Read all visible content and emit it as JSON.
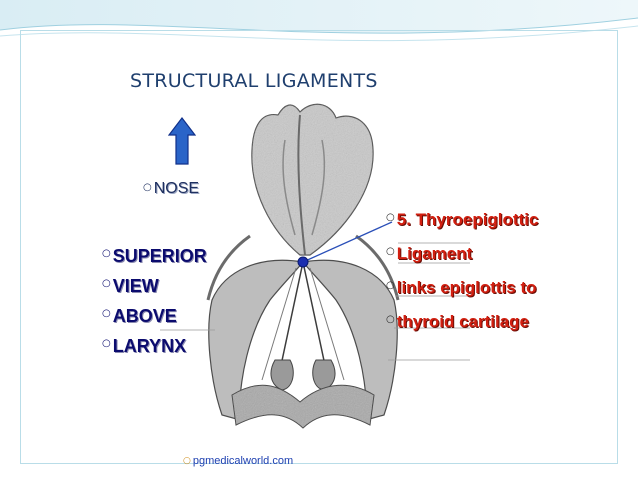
{
  "slide": {
    "title": "STRUCTURAL LIGAMENTS",
    "direction_label": "NOSE",
    "left_items": [
      "SUPERIOR",
      "VIEW",
      "ABOVE",
      "LARYNX"
    ],
    "right_items": [
      "5. Thyroepiglottic",
      "Ligament",
      "links epiglottis to",
      "thyroid cartilage"
    ],
    "footer": "pgmedicalworld.com"
  },
  "icons": {
    "arrow": "up-arrow-icon",
    "bullet": "ring-bullet-icon",
    "marker": "pointer-dot-icon"
  },
  "colors": {
    "title": "#1f3f6e",
    "left_text": "#0b0b6e",
    "right_text": "#d21f10",
    "arrow": "#2a64c8",
    "footer": "#1d3fb0"
  }
}
